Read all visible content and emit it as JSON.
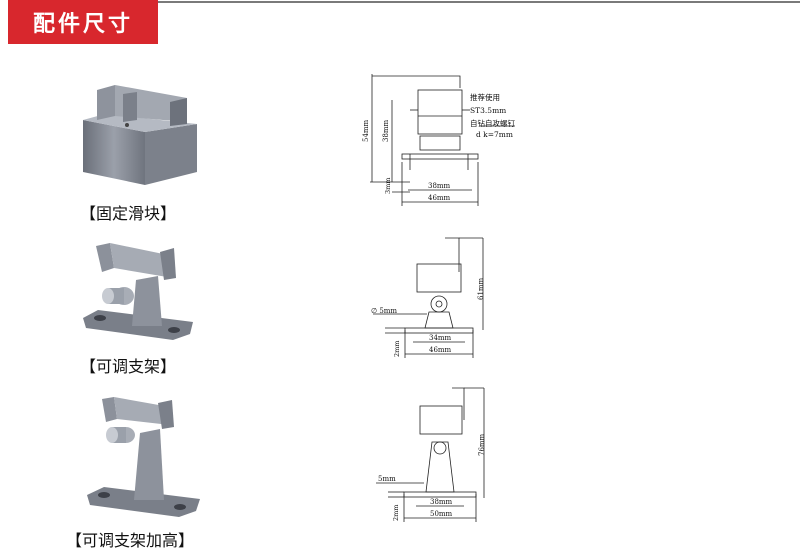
{
  "header": {
    "title": "配件尺寸"
  },
  "parts": [
    {
      "caption": "【固定滑块】"
    },
    {
      "caption": "【可调支架】"
    },
    {
      "caption": "【可调支架加高】"
    }
  ],
  "drawings": {
    "d1": {
      "h_total": "54mm",
      "h_inner": "38mm",
      "h_screw": "3mm",
      "w_inner": "38mm",
      "w_outer": "46mm",
      "note1": "推荐使用",
      "note2": "ST3.5mm",
      "note3": "自钻自攻螺钉",
      "note4": "d k=7mm"
    },
    "d2": {
      "h_total": "61mm",
      "dia": "∅ 5mm",
      "h_base": "2mm",
      "w_inner": "34mm",
      "w_outer": "46mm"
    },
    "d3": {
      "h_total": "76mm",
      "hole": "5mm",
      "h_base": "2mm",
      "w_inner": "38mm",
      "w_outer": "50mm"
    }
  },
  "colors": {
    "accent": "#d8272d",
    "metal": "#8a8f99",
    "metal_dark": "#5f646e"
  }
}
